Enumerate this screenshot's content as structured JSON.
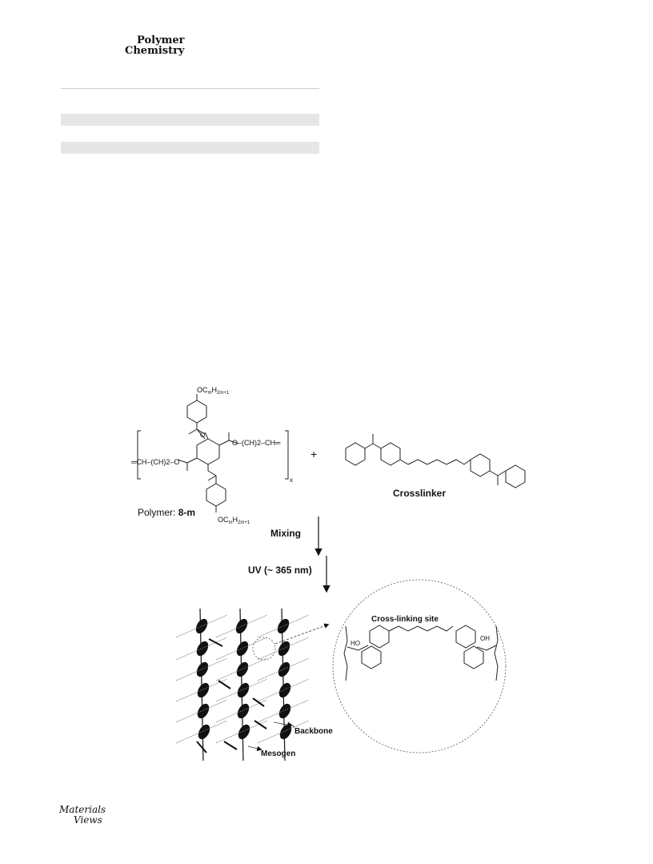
{
  "header": {
    "journal_line1": "Polymer",
    "journal_line2": "Chemistry"
  },
  "figure": {
    "polymer_sub_top": "OC",
    "polymer_sub_top_m": "m",
    "polymer_sub_top_h": "H",
    "polymer_sub_top_2m": "2m+1",
    "polymer_sub_bottom": "OC",
    "polymer_label_prefix": "Polymer: ",
    "polymer_label_name": "8-m",
    "repeat_index": "x",
    "plus": "+",
    "crosslinker_label": "Crosslinker",
    "step1": "Mixing",
    "step2": "UV (~ 365 nm)",
    "inset_title": "Cross-linking site",
    "hydroxyl_left": "HO",
    "hydroxyl_right": "OH",
    "backbone_label": "Backbone",
    "mesogen_label": "Mesogen",
    "chain_left": "═CH–(CH",
    "chain_right": "O–(CH",
    "ch_right": ")2–CH═",
    "ch_left_end": ")2–O",
    "o_labels": [
      "O",
      "O"
    ]
  },
  "footer": {
    "publisher_logo_line1": "Materials",
    "publisher_logo_line2": "Views"
  }
}
